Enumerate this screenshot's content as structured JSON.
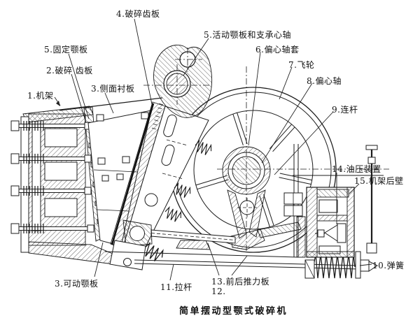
{
  "figure": {
    "caption": "简单摆动型颚式破碎机",
    "ink_color": "#1c1c1c",
    "paper_color": "#ffffff",
    "labels": {
      "frame": "1.机架",
      "fixed_tooth_plate": "2.破碎 齿板",
      "fixed_jaw_plate": "5.固定颚板",
      "side_liner_plate": "3.侧面衬板",
      "movable_tooth_plate": "4.破碎齿板",
      "movable_jaw_and_spindle": "5.活动颚板和支承心轴",
      "eccentric_sleeve": "6.偏心轴套",
      "flywheel": "7.飞轮",
      "eccentric_shaft": "8.偏心轴",
      "connecting_rod": "9.连杆",
      "hydraulic_device": "14.油压装置",
      "frame_rear_wall": "15.机架后壁",
      "spring": "10.弹簧",
      "movable_jaw": "3.可动颚板",
      "tie_rod": "11.拉杆",
      "thrust_plates": "13.前后推力板",
      "item_12": "12."
    }
  }
}
